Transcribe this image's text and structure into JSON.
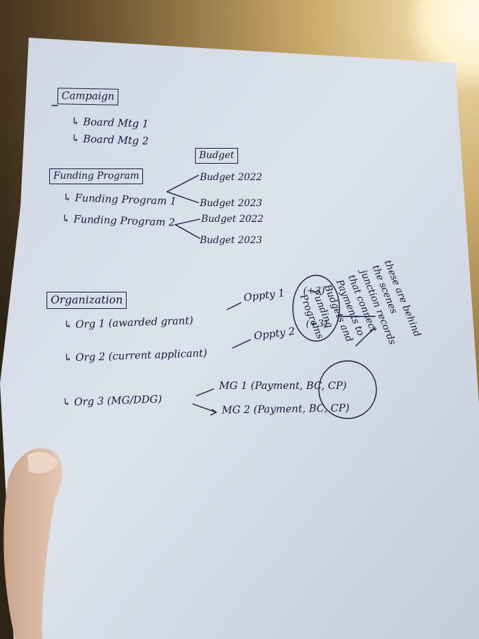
{
  "campaign": {
    "heading": "Campaign",
    "items": [
      "↳ Board Mtg 1",
      "↳ Board Mtg 2"
    ]
  },
  "budget": {
    "heading": "Budget"
  },
  "funding": {
    "heading": "Funding Program",
    "programs": [
      {
        "label": "↳ Funding Program 1",
        "budgets": [
          "Budget 2022",
          "Budget 2023"
        ]
      },
      {
        "label": "↳ Funding Program 2",
        "budgets": [
          "Budget 2022",
          "Budget 2023"
        ]
      }
    ]
  },
  "organization": {
    "heading": "Organization",
    "orgs": [
      "↳ Org 1 (awarded grant)",
      "↳ Org 2 (current applicant)",
      "↳ Org 3 (MG/DDG)"
    ],
    "opps": [
      "Oppty 1",
      "Oppty 2"
    ],
    "opp_tags": [
      "(+3)",
      "(+3)"
    ],
    "mgs": [
      "MG 1 (Payment, BC, CP)",
      "MG 2 (Payment, BC, CP)"
    ]
  },
  "note": {
    "lines": [
      "these are behind",
      "the scenes",
      "junction records",
      "that connect",
      "Payments to",
      "Budgets and",
      "Funding",
      "Programs"
    ]
  },
  "colors": {
    "ink": "#16183a",
    "paper": "#d4dbe6",
    "lamp": "#fff6d8",
    "wall": "#b99a5e"
  }
}
